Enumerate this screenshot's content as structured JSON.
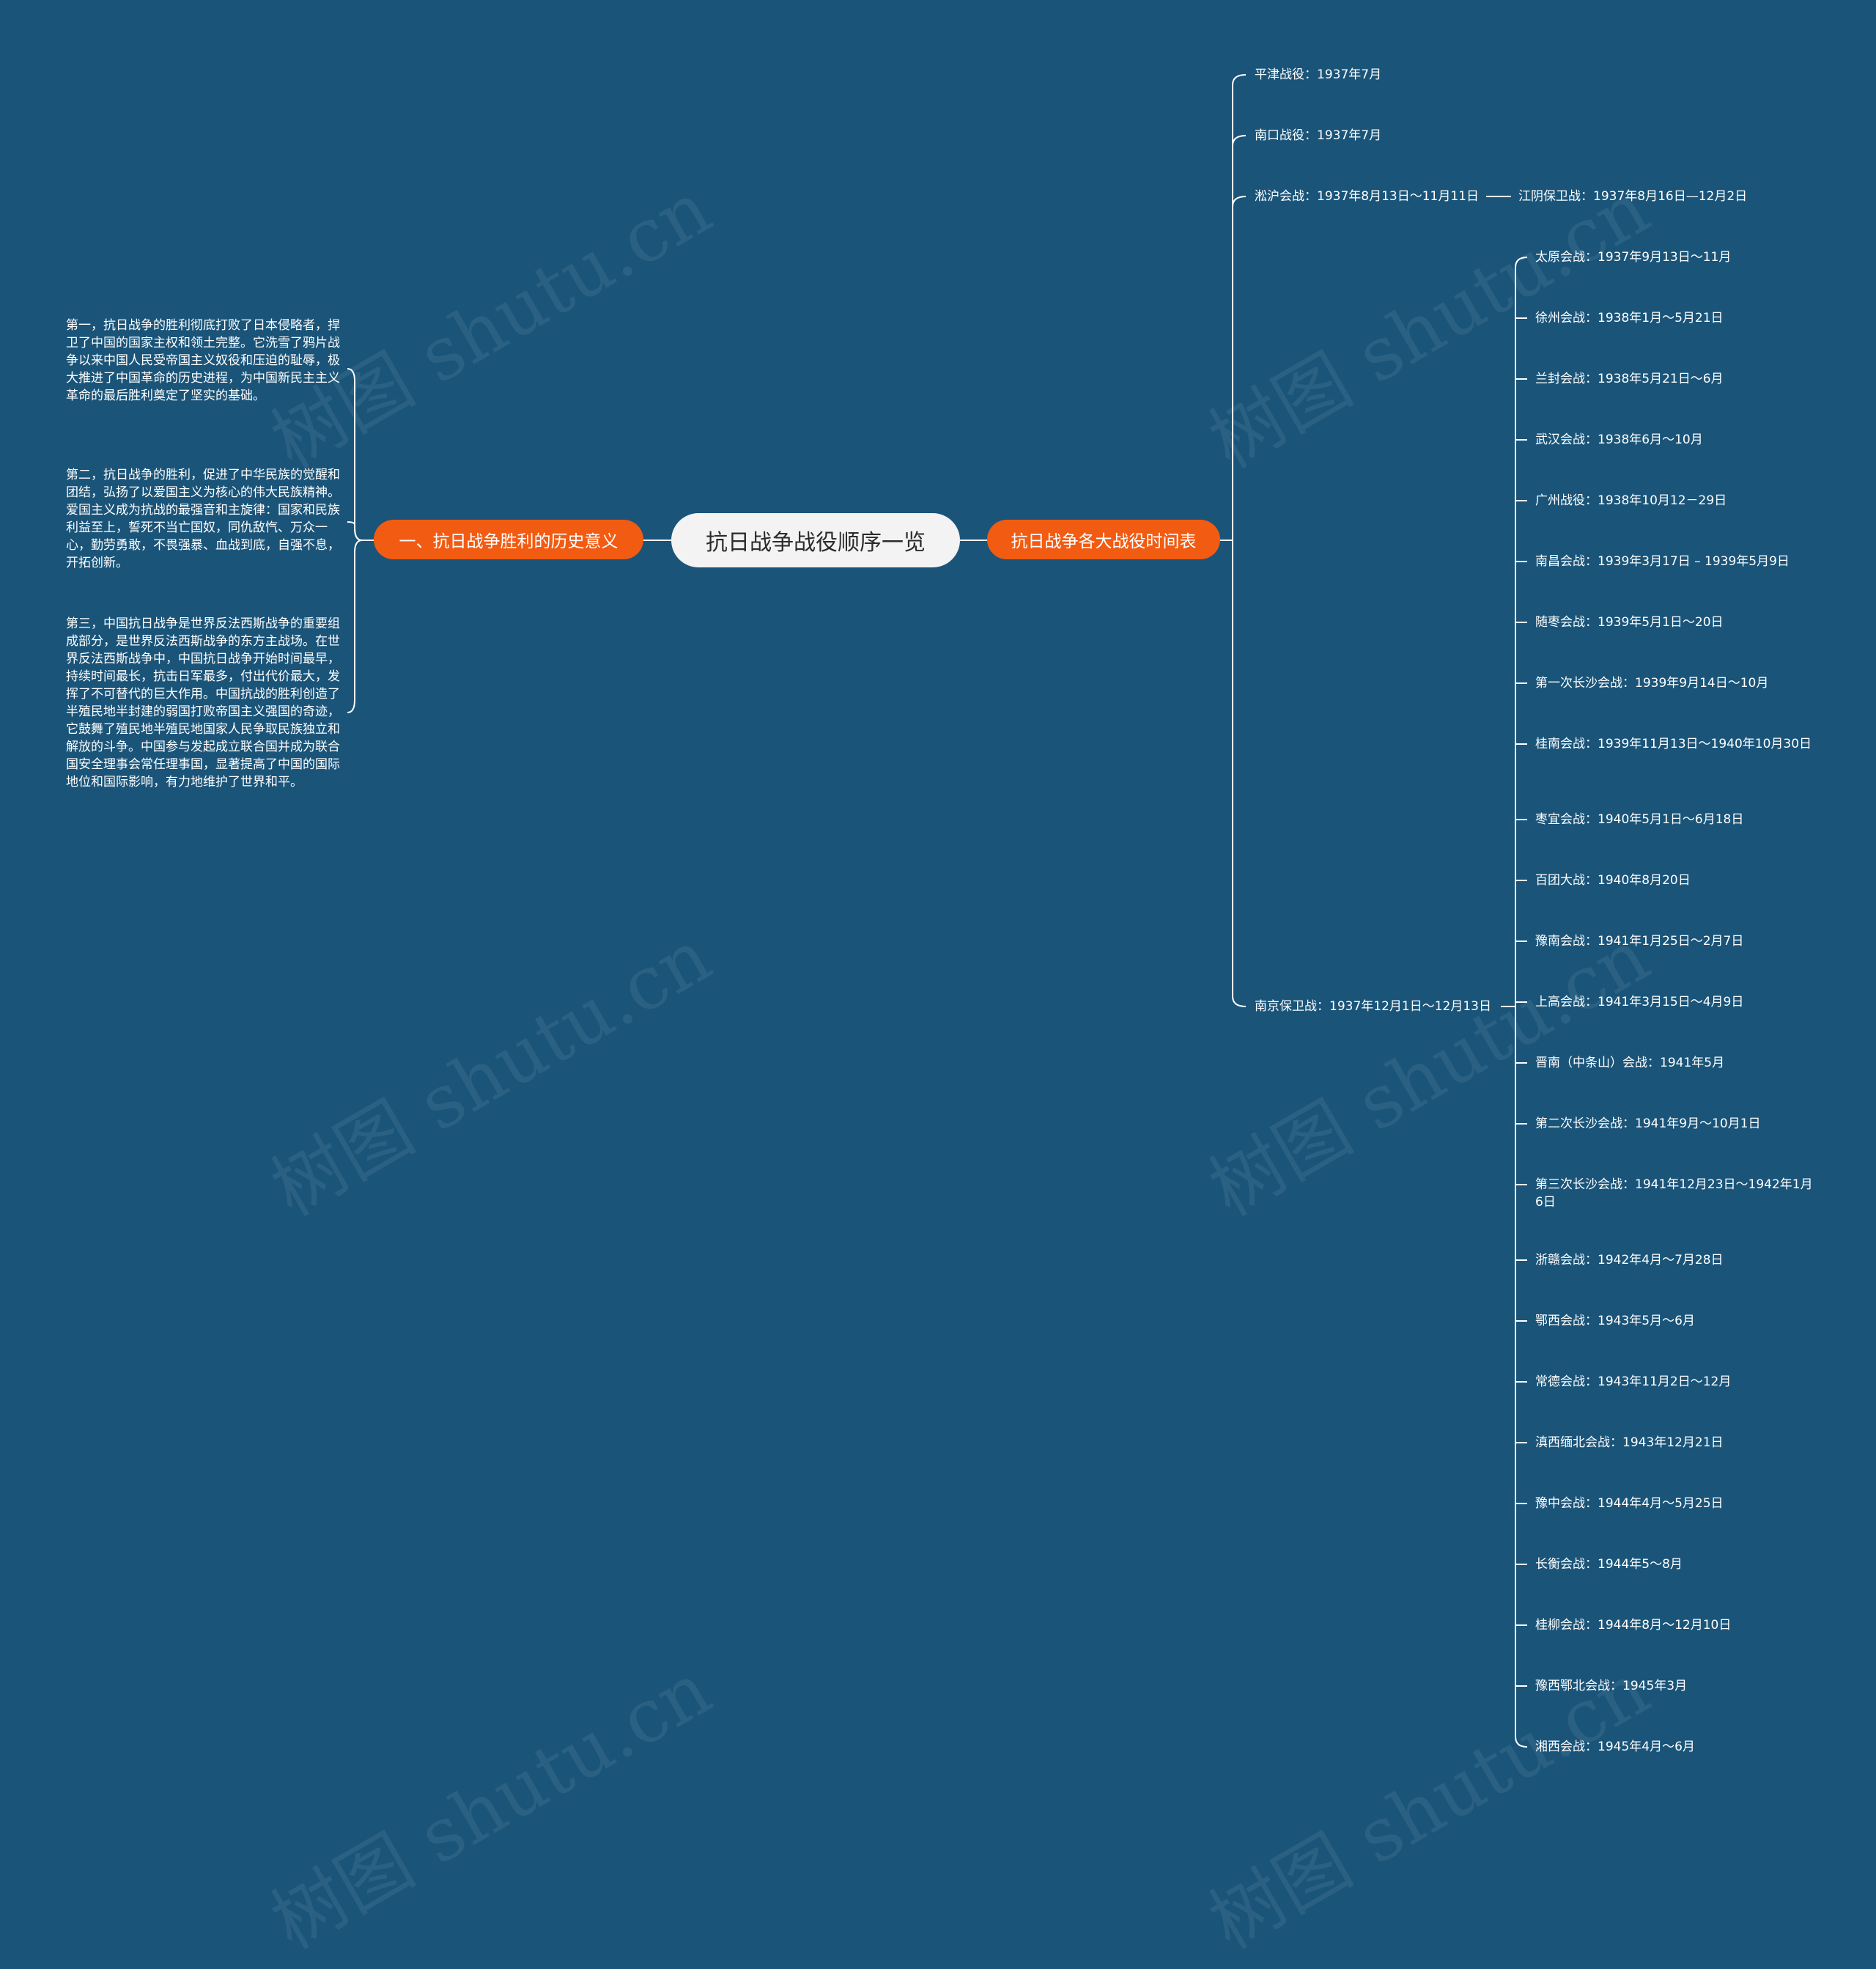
{
  "root": {
    "title": "抗日战争战役顺序一览"
  },
  "left_branch": {
    "label": "一、抗日战争胜利的历史意义",
    "paragraphs": [
      "第一，抗日战争的胜利彻底打败了日本侵略者，捍卫了中国的国家主权和领土完整。它洗雪了鸦片战争以来中国人民受帝国主义奴役和压迫的耻辱，极大推进了中国革命的历史进程，为中国新民主主义革命的最后胜利奠定了坚实的基础。",
      "第二，抗日战争的胜利，促进了中华民族的觉醒和团结，弘扬了以爱国主义为核心的伟大民族精神。爱国主义成为抗战的最强音和主旋律：国家和民族利益至上，誓死不当亡国奴，同仇敌忾、万众一心，勤劳勇敢，不畏强暴、血战到底，自强不息，开拓创新。",
      "第三，中国抗日战争是世界反法西斯战争的重要组成部分，是世界反法西斯战争的东方主战场。在世界反法西斯战争中，中国抗日战争开始时间最早，持续时间最长，抗击日军最多，付出代价最大，发挥了不可替代的巨大作用。中国抗战的胜利创造了半殖民地半封建的弱国打败帝国主义强国的奇迹，它鼓舞了殖民地半殖民地国家人民争取民族独立和解放的斗争。中国参与发起成立联合国并成为联合国安全理事会常任理事国，显著提高了中国的国际地位和国际影响，有力地维护了世界和平。"
    ]
  },
  "right_branch": {
    "label": "抗日战争各大战役时间表",
    "battles": [
      "平津战役：1937年7月",
      "南口战役：1937年7月",
      "淞沪会战：1937年8月13日～11月11日",
      "南京保卫战：1937年12月1日～12月13日"
    ],
    "shanghai_child": "江阴保卫战：1937年8月16日—12月2日",
    "nanjing_children": [
      "太原会战：1937年9月13日～11月",
      "徐州会战：1938年1月～5月21日",
      "兰封会战：1938年5月21日～6月",
      "武汉会战：1938年6月～10月",
      "广州战役：1938年10月12－29日",
      "南昌会战：1939年3月17日 – 1939年5月9日",
      "随枣会战：1939年5月1日～20日",
      "第一次长沙会战：1939年9月14日～10月",
      "桂南会战：1939年11月13日～1940年10月30日",
      "枣宜会战：1940年5月1日～6月18日",
      "百团大战：1940年8月20日",
      "豫南会战：1941年1月25日～2月7日",
      "上高会战：1941年3月15日～4月9日",
      "晋南（中条山）会战：1941年5月",
      "第二次长沙会战：1941年9月～10月1日",
      "第三次长沙会战：1941年12月23日～1942年1月6日",
      "浙赣会战：1942年4月～7月28日",
      "鄂西会战：1943年5月～6月",
      "常德会战：1943年11月2日～12月",
      "滇西缅北会战：1943年12月21日",
      "豫中会战：1944年4月～5月25日",
      "长衡会战：1944年5～8月",
      "桂柳会战：1944年8月～12月10日",
      "豫西鄂北会战：1945年3月",
      "湘西会战：1945年4月～6月"
    ]
  },
  "watermark": "树图 shutu.cn",
  "colors": {
    "background": "#1a5479",
    "branch": "#f25b12",
    "root": "#f3f3f3",
    "line": "#ffffff"
  }
}
